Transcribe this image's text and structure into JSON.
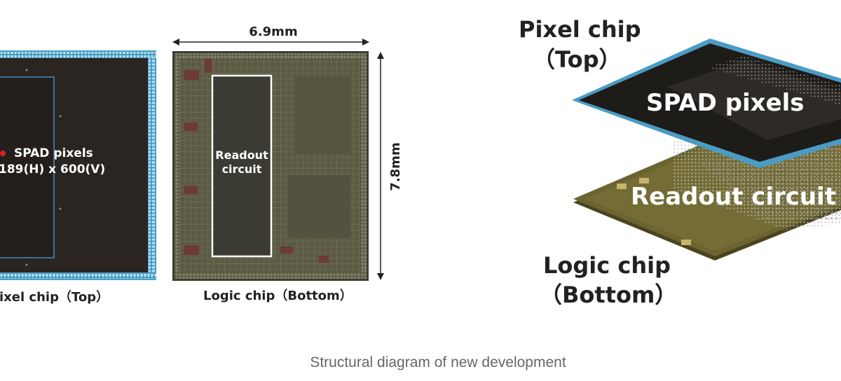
{
  "pixel_die": {
    "spad_label": "SPAD pixels",
    "resolution_label": "189(H) x 600(V)",
    "caption": "ixel chip（Top）"
  },
  "logic_die": {
    "readout_line1": "Readout",
    "readout_line2": "circuit",
    "caption": "Logic chip（Bottom）",
    "width_label": "6.9mm",
    "height_label": "7.8mm"
  },
  "stack_3d": {
    "top_line1": "Pixel chip",
    "top_line2": "（Top）",
    "spad_label": "SPAD pixels",
    "readout_label": "Readout circuit",
    "bottom_line1": "Logic chip",
    "bottom_line2": "（Bottom）"
  },
  "caption": "Structural diagram of new development",
  "colors": {
    "die_dark": "#2b2521",
    "die_edge": "#4a9cc4",
    "logic_green": "#5a5a40",
    "bottom_olive": "#6b6430",
    "caption_gray": "#666666"
  }
}
